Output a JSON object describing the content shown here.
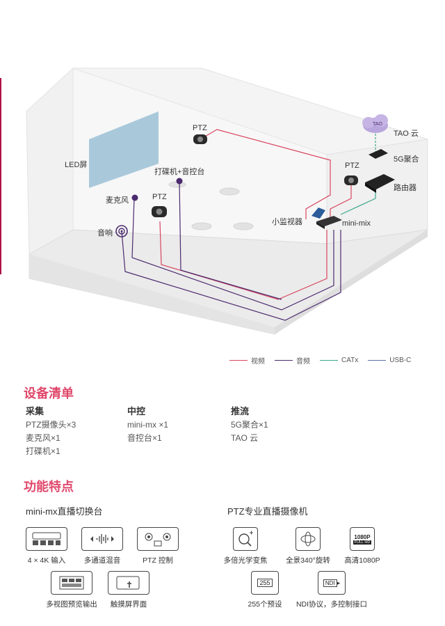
{
  "diagram": {
    "labels": {
      "led": "LED屏",
      "ptz_top": "PTZ",
      "dj_mixer": "打碟机+音控台",
      "mic": "麦克风",
      "ptz_left": "PTZ",
      "speaker": "音响",
      "tao": "TAO 云",
      "tao_badge": "TAO",
      "five_g": "5G聚合",
      "ptz_right": "PTZ",
      "router": "路由器",
      "monitor": "小监视器",
      "minimix": "mini-mix"
    },
    "legend": [
      {
        "label": "视频",
        "color": "#d9455f"
      },
      {
        "label": "音频",
        "color": "#4b2a6e"
      },
      {
        "label": "CATx",
        "color": "#3aa58a"
      },
      {
        "label": "USB-C",
        "color": "#5b6fa8"
      }
    ]
  },
  "equipment": {
    "title": "设备清单",
    "columns": [
      {
        "heading": "采集",
        "items": [
          "PTZ摄像头×3",
          "麦克风×1",
          "打碟机×1"
        ]
      },
      {
        "heading": "中控",
        "items": [
          "mini-mx ×1",
          "音控台×1"
        ]
      },
      {
        "heading": "推流",
        "items": [
          "5G聚合×1",
          "TAO 云"
        ]
      }
    ]
  },
  "features": {
    "title": "功能特点",
    "left": {
      "heading": "mini-mx直播切换台",
      "items": [
        {
          "caption": "4 × 4K 输入",
          "icon": "four-inputs-icon"
        },
        {
          "caption": "多通道混音",
          "icon": "audio-mix-icon"
        },
        {
          "caption": "PTZ 控制",
          "icon": "ptz-control-icon"
        },
        {
          "caption": "多视图预览输出",
          "icon": "multiview-icon"
        },
        {
          "caption": "触摸屏界面",
          "icon": "touchscreen-icon"
        }
      ]
    },
    "right": {
      "heading": "PTZ专业直播摄像机",
      "items": [
        {
          "caption": "多倍光学变焦",
          "icon": "zoom-icon"
        },
        {
          "caption": "全景340°旋转",
          "icon": "rotate-icon"
        },
        {
          "caption": "高清1080P",
          "icon": "hd-icon",
          "badge_top": "1080P",
          "badge_bottom": "FULL HD"
        },
        {
          "caption": "255个预设",
          "icon": "preset-icon",
          "badge": "255"
        },
        {
          "caption": "NDI协议，多控制接口",
          "icon": "ndi-icon",
          "badge": "NDI"
        }
      ]
    }
  }
}
